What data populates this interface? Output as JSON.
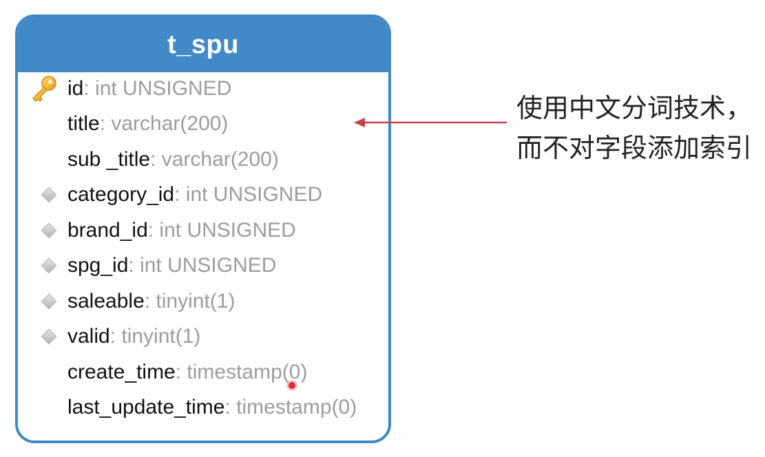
{
  "table": {
    "name": "t_spu",
    "header_color": "#4289c7",
    "fields": [
      {
        "name": "id",
        "type": ": int UNSIGNED",
        "icon": "primary-key-icon"
      },
      {
        "name": "title",
        "type": ": varchar(200)",
        "icon": ""
      },
      {
        "name": "sub _title",
        "type": ": varchar(200)",
        "icon": ""
      },
      {
        "name": "category_id",
        "type": ": int UNSIGNED",
        "icon": "index-diamond-icon"
      },
      {
        "name": "brand_id",
        "type": ": int UNSIGNED",
        "icon": "index-diamond-icon"
      },
      {
        "name": "spg_id",
        "type": ": int UNSIGNED",
        "icon": "index-diamond-icon"
      },
      {
        "name": "saleable",
        "type": ": tinyint(1)",
        "icon": "index-diamond-icon"
      },
      {
        "name": "valid",
        "type": ": tinyint(1)",
        "icon": "index-diamond-icon"
      },
      {
        "name": "create_time",
        "type": ": timestamp(0)",
        "icon": ""
      },
      {
        "name": "last_update_time",
        "type": ": timestamp(0)",
        "icon": ""
      }
    ]
  },
  "annotation": {
    "line1": "使用中文分词技术，",
    "line2": "而不对字段添加索引",
    "arrow_color": "#c8404a"
  }
}
